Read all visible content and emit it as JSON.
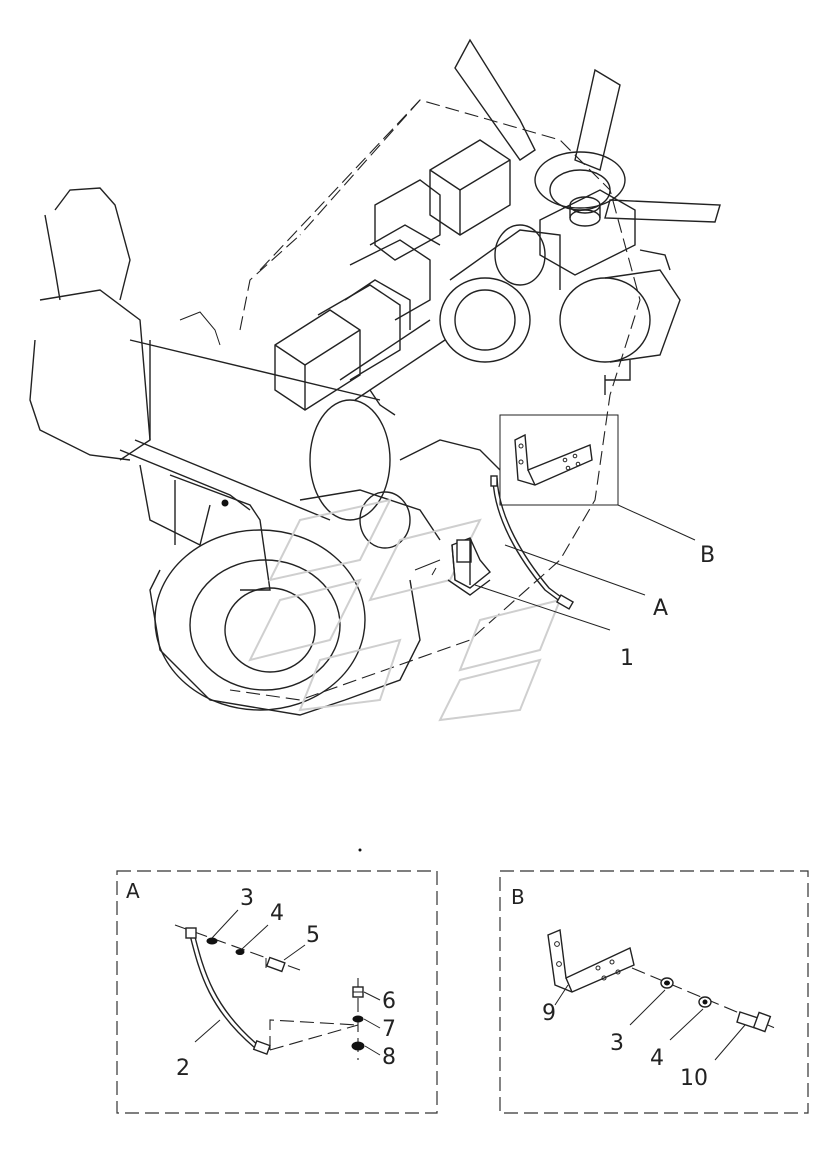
{
  "main_view": {
    "callouts": {
      "b": "B",
      "a": "A",
      "one": "1"
    }
  },
  "detail_a": {
    "title": "A",
    "labels": {
      "n3": "3",
      "n4": "4",
      "n5": "5",
      "n6": "6",
      "n7": "7",
      "n8": "8",
      "n2": "2"
    }
  },
  "detail_b": {
    "title": "B",
    "labels": {
      "n9": "9",
      "n3": "3",
      "n4": "4",
      "n10": "10"
    }
  }
}
